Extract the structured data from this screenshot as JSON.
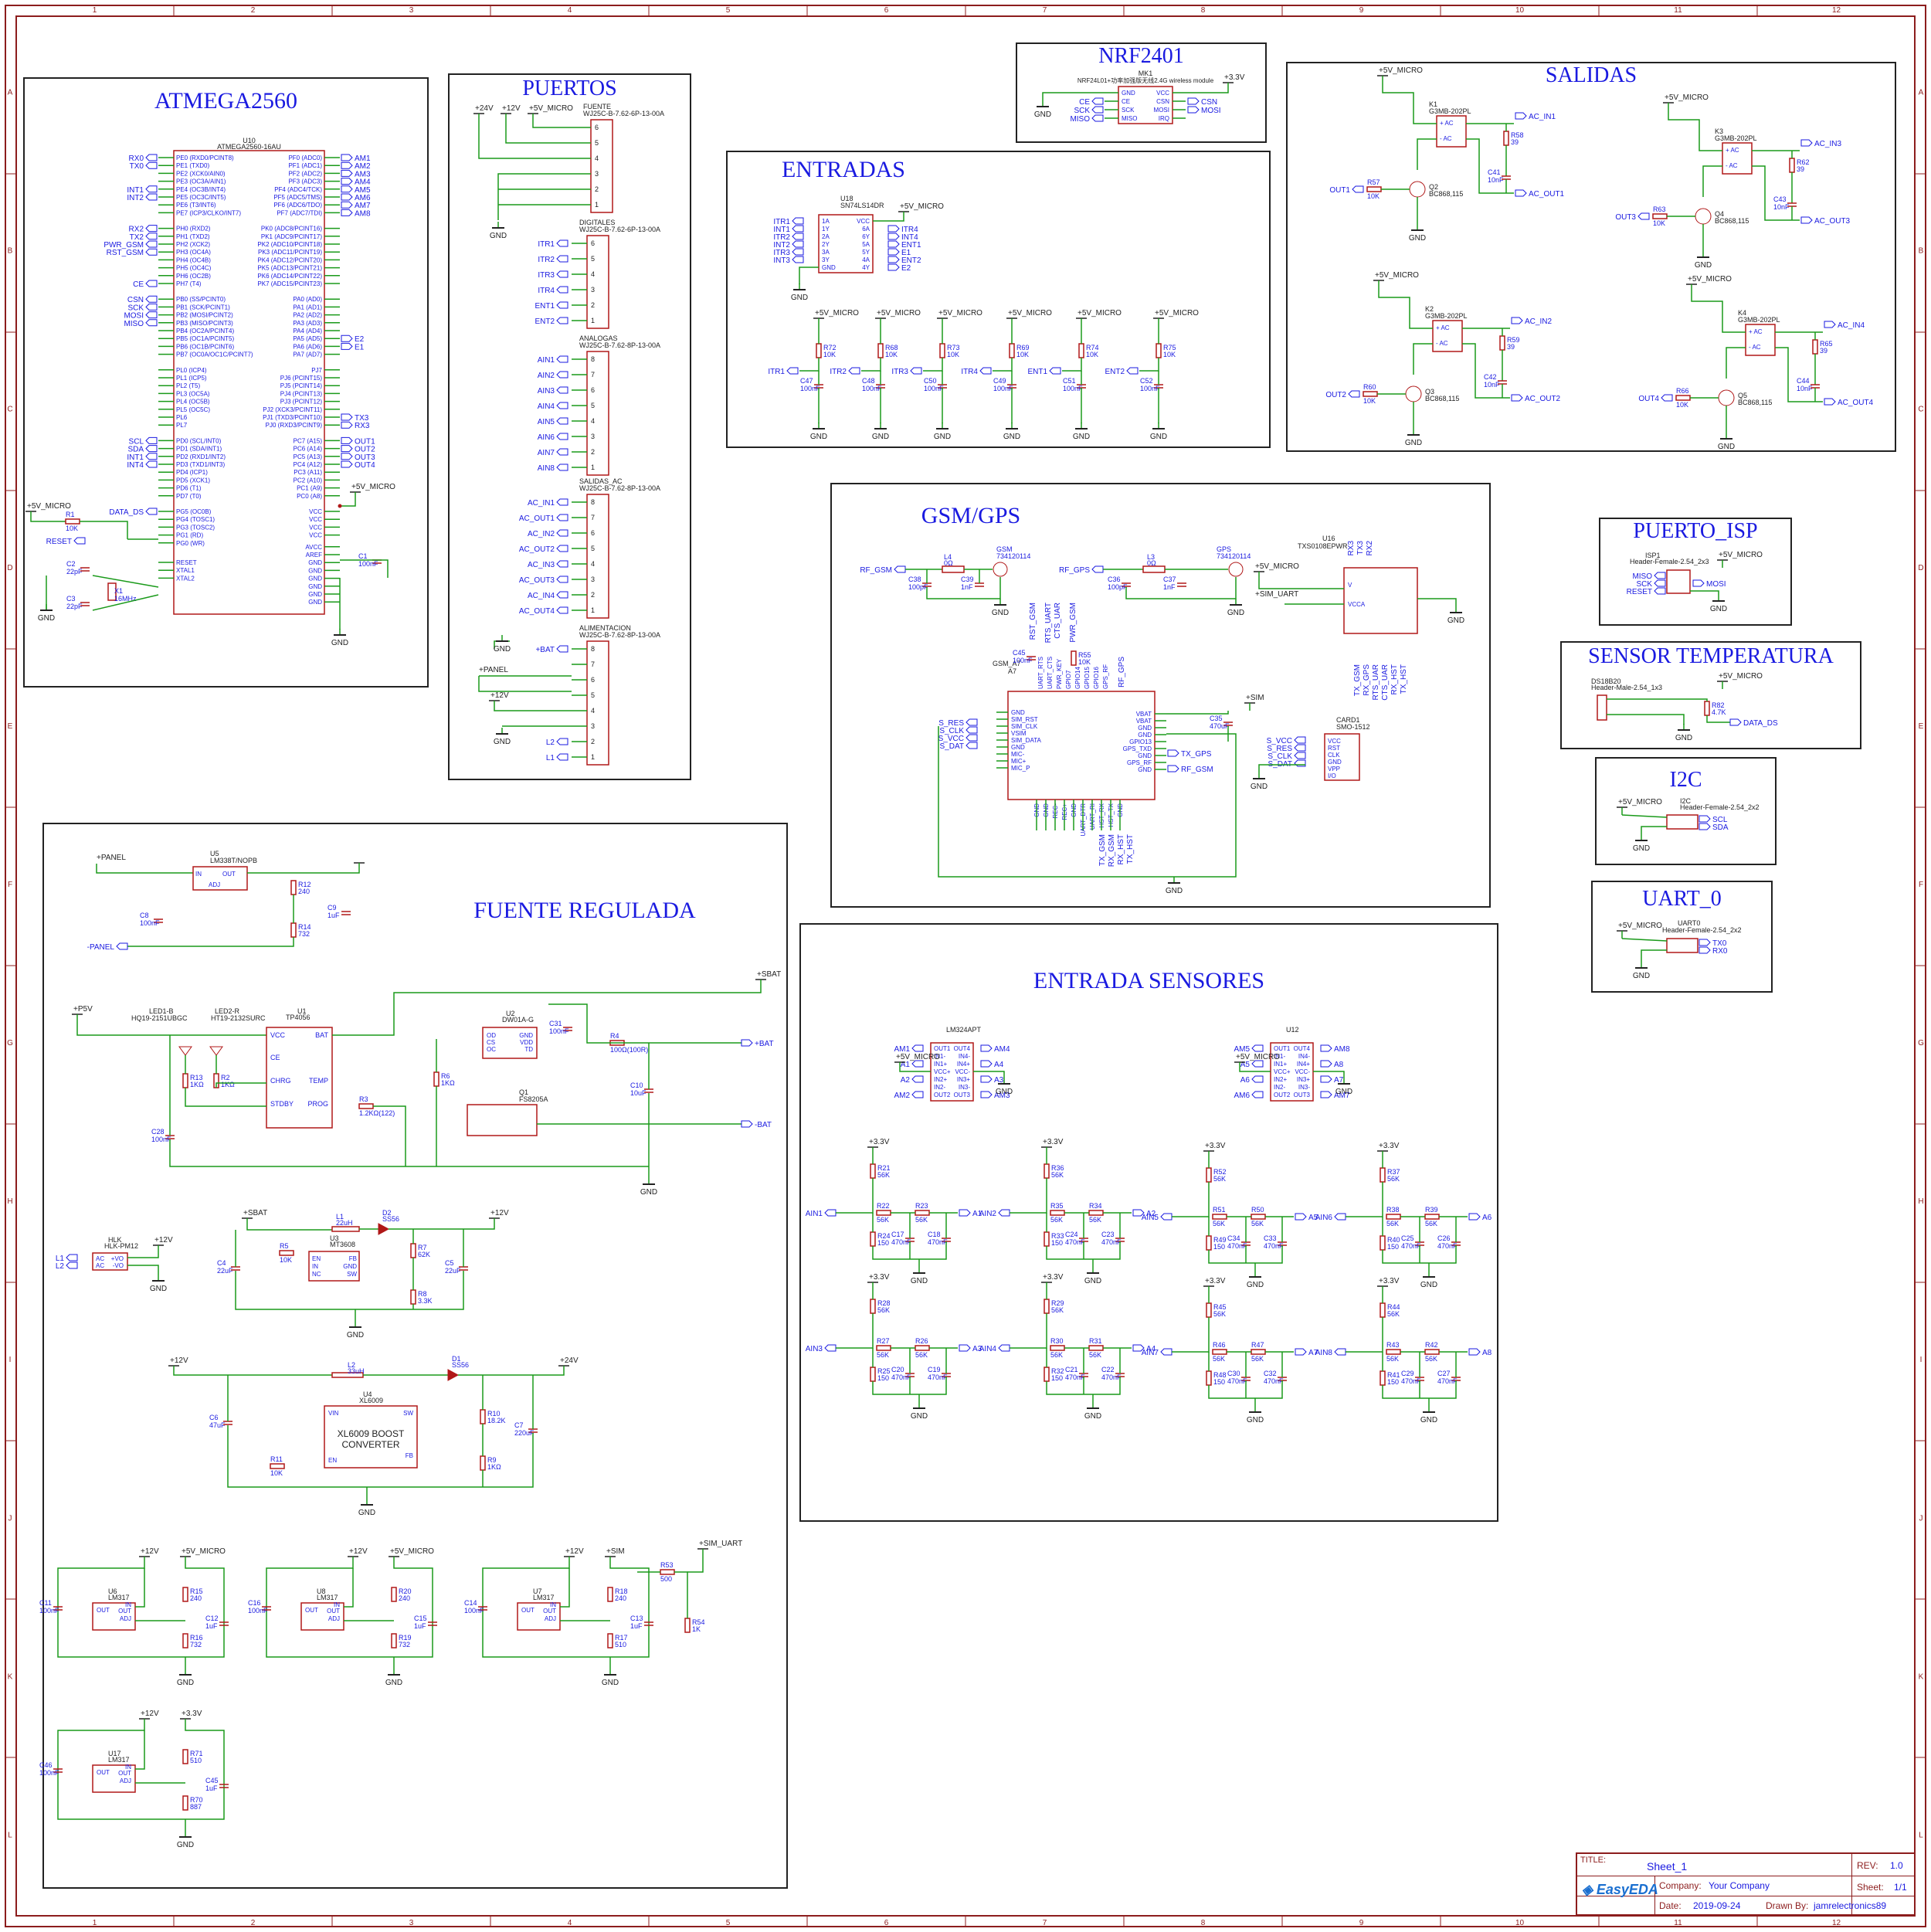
{
  "blocks": {
    "atmega": {
      "title": "ATMEGA2560",
      "part_ref": "U10",
      "part_value": "ATMEGA2560-16AU"
    },
    "puertos": {
      "title": "PUERTOS"
    },
    "nrf": {
      "title": "NRF2401",
      "part_ref": "MK1",
      "part_value": "NRF24L01+功率加强版无线2.4G wireless module"
    },
    "entradas": {
      "title": "ENTRADAS",
      "part_ref": "U18",
      "part_value": "SN74LS14DR"
    },
    "salidas": {
      "title": "SALIDAS"
    },
    "gsm": {
      "title": "GSM/GPS",
      "part_ref": "GSM_A7",
      "part_value": "A7"
    },
    "isp": {
      "title": "PUERTO_ISP",
      "part_ref": "ISP1",
      "part_value": "Header-Female-2.54_2x3"
    },
    "temp": {
      "title": "SENSOR TEMPERATURA",
      "part_ref": "DS18B20",
      "part_value": "Header-Male-2.54_1x3"
    },
    "i2c": {
      "title": "I2C",
      "part_value": "Header-Female-2.54_2x2"
    },
    "uart": {
      "title": "UART_0",
      "part_ref": "UART0",
      "part_value": "Header-Female-2.54_2x2"
    },
    "fuente": {
      "title": "FUENTE REGULADA"
    },
    "sensores": {
      "title": "ENTRADA SENSORES",
      "u11": "LM324APT",
      "u12": "LM324APT"
    }
  },
  "nets": {
    "v5": "+5V_MICRO",
    "v33": "+3.3V",
    "v12": "+12V",
    "v24": "+24V",
    "gnd": "GND",
    "panel": "+PANEL",
    "p5v": "+P5V",
    "sbat": "+SBAT",
    "bat": "+BAT",
    "sim": "+SIM",
    "sim_uart": "+SIM_UART"
  },
  "atmega_pins_left": [
    "PE0 (RXD0/PCINT8)",
    "PE1 (TXD0)",
    "PE2 (XCK0/AIN0)",
    "PE3 (OC3A/AIN1)",
    "PE4 (OC3B/INT4)",
    "PE5 (OC3C/INT5)",
    "PE6 (T3/INT6)",
    "PE7 (ICP3/CLKO/INT7)",
    "PH0 (RXD2)",
    "PH1 (TXD2)",
    "PH2 (XCK2)",
    "PH3 (OC4A)",
    "PH4 (OC4B)",
    "PH5 (OC4C)",
    "PH6 (OC2B)",
    "PH7 (T4)",
    "PB0 (SS/PCINT0)",
    "PB1 (SCK/PCINT1)",
    "PB2 (MOSI/PCINT2)",
    "PB3 (MISO/PCINT3)",
    "PB4 (OC2A/PCINT4)",
    "PB5 (OC1A/PCINT5)",
    "PB6 (OC1B/PCINT6)",
    "PB7 (OC0A/OC1C/PCINT7)",
    "PL0 (ICP4)",
    "PL1 (ICP5)",
    "PL2 (T5)",
    "PL3 (OC5A)",
    "PL4 (OC5B)",
    "PL5 (OC5C)",
    "PL6",
    "PL7",
    "PD0 (SCL/INT0)",
    "PD1 (SDA/INT1)",
    "PD2 (RXD1/INT2)",
    "PD3 (TXD1/INT3)",
    "PD4 (ICP1)",
    "PD5 (XCK1)",
    "PD6 (T1)",
    "PD7 (T0)",
    "PG5 (OC0B)",
    "PG4 (TOSC1)",
    "PG3 (TOSC2)",
    "PG1 (RD)",
    "PG0 (WR)",
    "RESET",
    "XTAL1",
    "XTAL2"
  ],
  "atmega_pins_right": [
    "PF0 (ADC0)",
    "PF1 (ADC1)",
    "PF2 (ADC2)",
    "PF3 (ADC3)",
    "PF4 (ADC4/TCK)",
    "PF5 (ADC5/TMS)",
    "PF6 (ADC6/TDO)",
    "PF7 (ADC7/TDI)",
    "PK0 (ADC8/PCINT16)",
    "PK1 (ADC9/PCINT17)",
    "PK2 (ADC10/PCINT18)",
    "PK3 (ADC11/PCINT19)",
    "PK4 (ADC12/PCINT20)",
    "PK5 (ADC13/PCINT21)",
    "PK6 (ADC14/PCINT22)",
    "PK7 (ADC15/PCINT23)",
    "PA0 (AD0)",
    "PA1 (AD1)",
    "PA2 (AD2)",
    "PA3 (AD3)",
    "PA4 (AD4)",
    "PA5 (AD5)",
    "PA6 (AD6)",
    "PA7 (AD7)",
    "PJ7",
    "PJ6 (PCINT15)",
    "PJ5 (PCINT14)",
    "PJ4 (PCINT13)",
    "PJ3 (PCINT12)",
    "PJ2 (XCK3/PCINT11)",
    "PJ1 (TXD3/PCINT10)",
    "PJ0 (RXD3/PCINT9)",
    "PC7 (A15)",
    "PC6 (A14)",
    "PC5 (A13)",
    "PC4 (A12)",
    "PC3 (A11)",
    "PC2 (A10)",
    "PC1 (A9)",
    "PC0 (A8)",
    "VCC",
    "VCC",
    "VCC",
    "VCC",
    "AVCC",
    "AREF",
    "GND",
    "GND",
    "GND",
    "GND",
    "GND",
    "GND"
  ],
  "atmega_nets_left": [
    "RX0",
    "TX0",
    "",
    "",
    "INT1",
    "INT2",
    "",
    "",
    "RX2",
    "TX2",
    "PWR_GSM",
    "RST_GSM",
    "",
    "",
    "",
    "CE",
    "CSN",
    "SCK",
    "MOSI",
    "MISO"
  ],
  "atmega_nets_right": [
    "AM1",
    "AM2",
    "AM3",
    "AM4",
    "AM5",
    "AM6",
    "AM7",
    "AM8",
    "E2",
    "E1",
    "TX3",
    "RX3",
    "OUT1",
    "OUT2",
    "OUT3",
    "OUT4"
  ],
  "atmega_misc": {
    "scl": "SCL",
    "sda": "SDA",
    "int1": "INT1",
    "int4": "INT4",
    "data_ds": "DATA_DS",
    "reset": "RESET",
    "r1": "R1",
    "r1v": "10K",
    "c1": "C1",
    "c1v": "100nF",
    "c2": "C2",
    "c2v": "22pF",
    "c3": "C3",
    "c3v": "22pF",
    "x1": "X1",
    "x1v": "16MHz"
  },
  "puertos": {
    "fuente": {
      "ref": "FUENTE",
      "value": "WJ25C-B-7.62-6P-13-00A"
    },
    "digitales": {
      "ref": "DIGITALES",
      "value": "WJ25C-B-7.62-6P-13-00A",
      "nets": [
        "ITR1",
        "ITR2",
        "ITR3",
        "ITR4",
        "ENT1",
        "ENT2"
      ]
    },
    "analogas": {
      "ref": "ANALOGAS",
      "value": "WJ25C-B-7.62-8P-13-00A",
      "nets": [
        "AIN1",
        "AIN2",
        "AIN3",
        "AIN4",
        "AIN5",
        "AIN6",
        "AIN7",
        "AIN8"
      ]
    },
    "salidas_ac": {
      "ref": "SALIDAS_AC",
      "value": "WJ25C-B-7.62-8P-13-00A",
      "nets": [
        "AC_IN1",
        "AC_OUT1",
        "AC_IN2",
        "AC_OUT2",
        "AC_IN3",
        "AC_OUT3",
        "AC_IN4",
        "AC_OUT4"
      ]
    },
    "alimentacion": {
      "ref": "ALIMENTACION",
      "value": "WJ25C-B-7.62-8P-13-00A",
      "nets": [
        "+BAT",
        "+PANEL",
        "+12V",
        "L2",
        "L1"
      ]
    }
  },
  "nrf_pins_left": [
    "GND",
    "CE",
    "SCK",
    "MISO"
  ],
  "nrf_pins_right": [
    "VCC",
    "CSN",
    "MOSI",
    "IRQ"
  ],
  "nrf_nets_left": [
    "CE",
    "SCK",
    "MISO"
  ],
  "nrf_nets_right": [
    "CSN",
    "MOSI"
  ],
  "entradas": {
    "in_nets": [
      "ITR1",
      "INT1",
      "ITR2",
      "INT2",
      "ITR3",
      "INT3"
    ],
    "out_nets": [
      "ITR4",
      "INT4",
      "ENT1",
      "E1",
      "ENT2",
      "E2"
    ],
    "pins_left": [
      "1A",
      "1Y",
      "2A",
      "2Y",
      "3A",
      "3Y",
      "GND"
    ],
    "pins_right": [
      "VCC",
      "6A",
      "6Y",
      "5A",
      "5Y",
      "4A",
      "4Y"
    ],
    "filters": [
      {
        "net": "ITR1",
        "r": "R72",
        "rv": "10K",
        "c": "C47",
        "cv": "100nF"
      },
      {
        "net": "ITR2",
        "r": "R68",
        "rv": "10K",
        "c": "C48",
        "cv": "100nF"
      },
      {
        "net": "ITR3",
        "r": "R73",
        "rv": "10K",
        "c": "C50",
        "cv": "100nF"
      },
      {
        "net": "ITR4",
        "r": "R69",
        "rv": "10K",
        "c": "C49",
        "cv": "100nF"
      },
      {
        "net": "ENT1",
        "r": "R74",
        "rv": "10K",
        "c": "C51",
        "cv": "100nF"
      },
      {
        "net": "ENT2",
        "r": "R75",
        "rv": "10K",
        "c": "C52",
        "cv": "100nF"
      }
    ]
  },
  "salidas": {
    "relays": [
      {
        "k": "K1",
        "kv": "G3MB-202PL",
        "r": "R58",
        "rv": "39",
        "c": "C41",
        "cv": "10nF",
        "q": "Q2",
        "qv": "BC868,115",
        "rb": "R57",
        "rbv": "10K",
        "in": "OUT1",
        "acin": "AC_IN1",
        "acout": "AC_OUT1"
      },
      {
        "k": "K3",
        "kv": "G3MB-202PL",
        "r": "R62",
        "rv": "39",
        "c": "C43",
        "cv": "10nF",
        "q": "Q4",
        "qv": "BC868,115",
        "rb": "R63",
        "rbv": "10K",
        "in": "OUT3",
        "acin": "AC_IN3",
        "acout": "AC_OUT3"
      },
      {
        "k": "K2",
        "kv": "G3MB-202PL",
        "r": "R59",
        "rv": "39",
        "c": "C42",
        "cv": "10nF",
        "q": "Q3",
        "qv": "BC868,115",
        "rb": "R60",
        "rbv": "10K",
        "in": "OUT2",
        "acin": "AC_IN2",
        "acout": "AC_OUT2"
      },
      {
        "k": "K4",
        "kv": "G3MB-202PL",
        "r": "R65",
        "rv": "39",
        "c": "C44",
        "cv": "10nF",
        "q": "Q5",
        "qv": "BC868,115",
        "rb": "R66",
        "rbv": "10K",
        "in": "OUT4",
        "acin": "AC_IN4",
        "acout": "AC_OUT4"
      }
    ]
  },
  "gsm": {
    "l4": "L4",
    "l4v": "0Ω",
    "l3": "L3",
    "l3v": "0Ω",
    "ant_gsm": "GSM",
    "ant_gsm_v": "734120114",
    "ant_gps": "GPS",
    "ant_gps_v": "734120114",
    "c38": "C38",
    "c38v": "100pF",
    "c39": "C39",
    "c39v": "1nF",
    "c36": "C36",
    "c36v": "100pF",
    "c37": "C37",
    "c37v": "1nF",
    "rf_gsm": "RF_GSM",
    "rf_gps": "RF_GPS",
    "c45": "C45",
    "c45v": "100nF",
    "r55": "R55",
    "r55v": "10K",
    "c35": "C35",
    "c35v": "470uF",
    "u16": "U16",
    "u16v": "TXS0108EPWR",
    "card": "CARD1",
    "cardv": "SMO-1512",
    "pins_left": [
      "GND",
      "SIM_RST",
      "SIM_CLK",
      "VSIM",
      "SIM_DATA",
      "GND",
      "MIC-",
      "MIC+",
      "MIC_P"
    ],
    "pins_right": [
      "VBAT",
      "VBAT",
      "GND",
      "GND",
      "GPIO13",
      "GPS_TXD",
      "GND",
      "GPS_RF",
      "GND"
    ],
    "pins_top": [
      "UART_RTS",
      "UART_CTS",
      "PWR_KEY",
      "GPIO7",
      "GPIO14",
      "GPIO15",
      "GPIO16",
      "GPS_RF"
    ],
    "pins_bottom": [
      "GND",
      "GND",
      "REC-",
      "REC+",
      "GND",
      "UART_DTR",
      "UART_RI",
      "HST_RX",
      "HST_TX",
      "GND"
    ],
    "nets_left": [
      "S_RES",
      "S_CLK",
      "S_VCC",
      "S_DAT"
    ],
    "nets_right": [
      "TX_GPS",
      "RF_GSM"
    ],
    "nets_top": [
      "RST_GSM",
      "RTS_UART",
      "CTS_UAR",
      "PWR_GSM",
      "RF_GPS"
    ],
    "nets_bottom": [
      "TX_GSM",
      "RX_GSM",
      "RX_HST",
      "TX_HST"
    ],
    "u16_top": [
      "RX3",
      "TX3",
      "RX2"
    ],
    "u16_bottom": [
      "TX_GSM",
      "RX_GPS",
      "RTS_UAR",
      "CTS_UAR",
      "RX_HST",
      "TX_HST"
    ],
    "card_pins": [
      "VCC",
      "RST",
      "CLK",
      "GND",
      "VPP",
      "I/O"
    ],
    "card_nets": [
      "S_VCC",
      "S_RES",
      "S_CLK",
      "S_DAT"
    ]
  },
  "isp": {
    "nets_left": [
      "MISO",
      "SCK",
      "RESET"
    ],
    "nets_right": [
      "+5V_MICRO",
      "MOSI",
      "GND"
    ]
  },
  "temp": {
    "r": "R82",
    "rv": "4.7K",
    "net": "DATA_DS"
  },
  "i2c": {
    "ref": "I2C",
    "nets": [
      "SCL",
      "SDA"
    ]
  },
  "uart": {
    "nets": [
      "TX0",
      "RX0"
    ]
  },
  "fuente": {
    "u5": "U5",
    "u5v": "LM338T/NOPB",
    "r12": "R12",
    "r12v": "240",
    "r14": "R14",
    "r14v": "732",
    "c8": "C8",
    "c8v": "100nF",
    "c9": "C9",
    "c9v": "1uF",
    "panel_in": "-PANEL",
    "u1": "U1",
    "u1v": "TP4056",
    "led1": "LED1-B",
    "led1v": "HQ19-2151UBGC",
    "led2": "LED2-R",
    "led2v": "HT19-2132SURC",
    "r13": "R13",
    "r13v": "1KΩ",
    "r2": "R2",
    "r2v": "1KΩ",
    "r3": "R3",
    "r3v": "1.2KΩ(122)",
    "c28": "C28",
    "c28v": "100nF",
    "u2": "U2",
    "u2v": "DW01A-G",
    "c31": "C31",
    "c31v": "100nF",
    "r4": "R4",
    "r4v": "100Ω(100R)",
    "r6": "R6",
    "r6v": "1KΩ",
    "q1": "Q1",
    "q1v": "FS8205A",
    "c10": "C10",
    "c10v": "10uF",
    "bat_minus": "-BAT",
    "hlk": "HLK",
    "hlkv": "HLK-PM12",
    "l1": "L1",
    "l1v": "22uH",
    "d2": "D2",
    "d2v": "SS56",
    "u3": "U3",
    "u3v": "MT3608",
    "r5": "R5",
    "r5v": "10K",
    "r7": "R7",
    "r7v": "62K",
    "r8": "R8",
    "r8v": "3.3K",
    "c4": "C4",
    "c4v": "22uF",
    "c5": "C5",
    "c5v": "22uF",
    "l2": "L2",
    "l2v": "33uH",
    "d1": "D1",
    "d1v": "SS56",
    "u4": "U4",
    "u4v": "XL6009",
    "u4_label": "XL6009 BOOST CONVERTER",
    "r10": "R10",
    "r10v": "18.2K",
    "r9": "R9",
    "r9v": "1KΩ",
    "r11": "R11",
    "r11v": "10K",
    "c6": "C6",
    "c6v": "47uF",
    "c7": "C7",
    "c7v": "220uF",
    "regs": [
      {
        "u": "U6",
        "uv": "LM317",
        "ra": "R15",
        "rav": "240",
        "rb": "R16",
        "rbv": "732",
        "ci": "C11",
        "civ": "100nF",
        "co": "C12",
        "cov": "1uF",
        "vin": "+12V",
        "vout": "+5V_MICRO"
      },
      {
        "u": "U8",
        "uv": "LM317",
        "ra": "R20",
        "rav": "240",
        "rb": "R19",
        "rbv": "732",
        "ci": "C16",
        "civ": "100nF",
        "co": "C15",
        "cov": "1uF",
        "vin": "+12V",
        "vout": "+5V_MICRO"
      },
      {
        "u": "U7",
        "uv": "LM317",
        "ra": "R18",
        "rav": "240",
        "rb": "R17",
        "rbv": "510",
        "ci": "C14",
        "civ": "100nF",
        "co": "C13",
        "cov": "1uF",
        "vin": "+12V",
        "vout": "+SIM"
      },
      {
        "u": "U17",
        "uv": "LM317",
        "ra": "R71",
        "rav": "510",
        "rb": "R70",
        "rbv": "887",
        "ci": "C46",
        "civ": "100nF",
        "co": "C45",
        "cov": "1uF",
        "vin": "+12V",
        "vout": "+3.3V"
      }
    ],
    "r53": "R53",
    "r53v": "500",
    "r54": "R54",
    "r54v": "1K"
  },
  "sensores": {
    "u11_pins_left": [
      "OUT1",
      "IN1-",
      "IN1+",
      "VCC+",
      "IN2+",
      "IN2-",
      "OUT2"
    ],
    "u11_pins_right": [
      "OUT4",
      "IN4-",
      "IN4+",
      "VCC-",
      "IN3+",
      "IN3-",
      "OUT3"
    ],
    "u11_nets_left": [
      "AM1",
      "A1",
      "A2",
      "AM2"
    ],
    "u11_nets_right": [
      "AM4",
      "A4",
      "A3",
      "AM3"
    ],
    "u12_nets_left": [
      "AM5",
      "A5",
      "A6",
      "AM6"
    ],
    "u12_nets_right": [
      "AM8",
      "A8",
      "A7",
      "AM7"
    ],
    "channels": [
      {
        "ain": "AIN1",
        "a": "A1",
        "r1": "R21",
        "r2": "R22",
        "r3": "R23",
        "r4": "R24",
        "c1": "C17",
        "c2": "C18"
      },
      {
        "ain": "AIN2",
        "a": "A2",
        "r1": "R36",
        "r2": "R35",
        "r3": "R34",
        "r4": "R33",
        "c1": "C24",
        "c2": "C23"
      },
      {
        "ain": "AIN5",
        "a": "A5",
        "r1": "R52",
        "r2": "R51",
        "r3": "R50",
        "r4": "R49",
        "c1": "C34",
        "c2": "C33"
      },
      {
        "ain": "AIN6",
        "a": "A6",
        "r1": "R37",
        "r2": "R38",
        "r3": "R39",
        "r4": "R40",
        "c1": "C25",
        "c2": "C26"
      },
      {
        "ain": "AIN3",
        "a": "A3",
        "r1": "R28",
        "r2": "R27",
        "r3": "R26",
        "r4": "R25",
        "c1": "C20",
        "c2": "C19"
      },
      {
        "ain": "AIN4",
        "a": "A4",
        "r1": "R29",
        "r2": "R30",
        "r3": "R31",
        "r4": "R32",
        "c1": "C21",
        "c2": "C22"
      },
      {
        "ain": "AIN7",
        "a": "A7",
        "r1": "R45",
        "r2": "R46",
        "r3": "R47",
        "r4": "R48",
        "c1": "C30",
        "c2": "C32"
      },
      {
        "ain": "AIN8",
        "a": "A8",
        "r1": "R44",
        "r2": "R43",
        "r3": "R42",
        "r4": "R41",
        "c1": "C29",
        "c2": "C27"
      }
    ],
    "rv_hi": "56K",
    "rv_lo": "150",
    "cv": "470nF"
  },
  "titleblock": {
    "title_label": "TITLE:",
    "title": "Sheet_1",
    "rev_label": "REV:",
    "rev": "1.0",
    "company_label": "Company:",
    "company": "Your Company",
    "sheet_label": "Sheet:",
    "sheet": "1/1",
    "date_label": "Date:",
    "date": "2019-09-24",
    "drawn_label": "Drawn By:",
    "drawn": "jamrelectronics89",
    "brand": "EasyEDA"
  },
  "ruler": {
    "cols": [
      "1",
      "2",
      "3",
      "4",
      "5",
      "6",
      "7",
      "8",
      "9",
      "10",
      "11",
      "12"
    ],
    "rows": [
      "A",
      "B",
      "C",
      "D",
      "E",
      "F",
      "G",
      "H",
      "I",
      "J",
      "K",
      "L"
    ]
  },
  "colors": {
    "wire": "#1a9a1a",
    "part": "#b01818",
    "label": "#1a1ae0",
    "net": "#1a1ae0",
    "frame": "#8c1d1d",
    "box": "#222222"
  }
}
